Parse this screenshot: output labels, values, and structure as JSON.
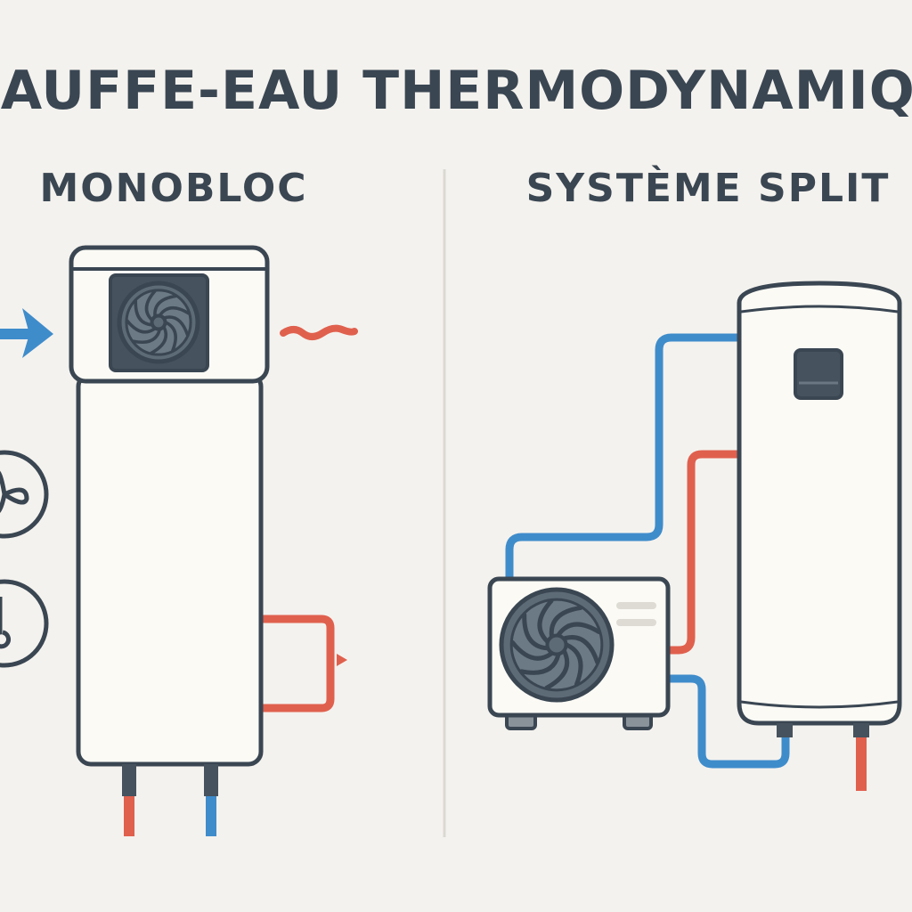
{
  "title": "CHAUFFE-EAU THERMODYNAMIQUE",
  "left_panel": {
    "heading": "MONOBLOC",
    "side_icons": [
      "fan-icon",
      "thermometer-icon"
    ]
  },
  "right_panel": {
    "heading": "SYSTÈME SPLIT"
  },
  "colors": {
    "background": "#f4f2ee",
    "outline": "#3a4652",
    "hot": "#e0604e",
    "cold": "#3f8ccb",
    "body": "#fbfaf5",
    "fan": "#5d6b77"
  }
}
